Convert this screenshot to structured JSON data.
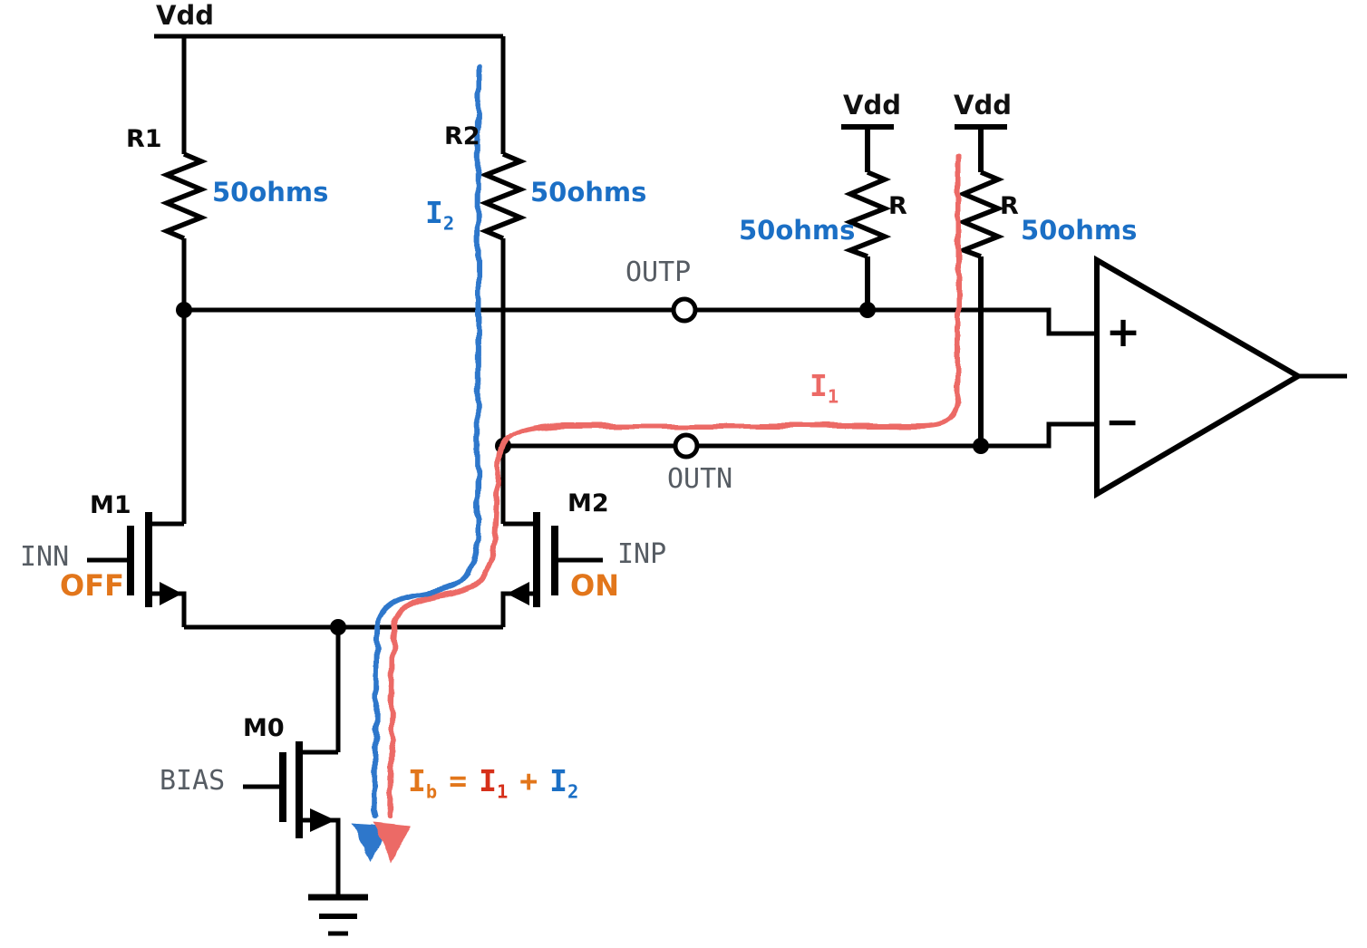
{
  "labels": {
    "vdd_left": "Vdd",
    "vdd_mid": "Vdd",
    "vdd_right": "Vdd",
    "r1": "R1",
    "r1_value": "50ohms",
    "r2": "R2",
    "r2_value": "50ohms",
    "r_mid": "R",
    "r_mid_value": "50ohms",
    "r_right": "R",
    "r_right_value": "50ohms",
    "outp": "OUTP",
    "outn": "OUTN",
    "m1": "M1",
    "m1_gate": "INN",
    "m1_state": "OFF",
    "m2": "M2",
    "m2_gate": "INP",
    "m2_state": "ON",
    "m0": "M0",
    "m0_gate": "BIAS",
    "opamp_plus": "+",
    "opamp_minus": "−"
  },
  "currents": {
    "i1": {
      "base": "I",
      "sub": "1"
    },
    "i2": {
      "base": "I",
      "sub": "2"
    },
    "equation": {
      "lhs": {
        "base": "I",
        "sub": "b"
      },
      "eq": "=",
      "t1": {
        "base": "I",
        "sub": "1"
      },
      "plus": "+",
      "t2": {
        "base": "I",
        "sub": "2"
      }
    }
  },
  "colors": {
    "blue": "#1b6fc5",
    "blue_trace": "#2d77cb",
    "salmon": "#ec6a66",
    "red_term": "#d6301a",
    "orange": "#e2761b",
    "gray": "#565c63"
  }
}
